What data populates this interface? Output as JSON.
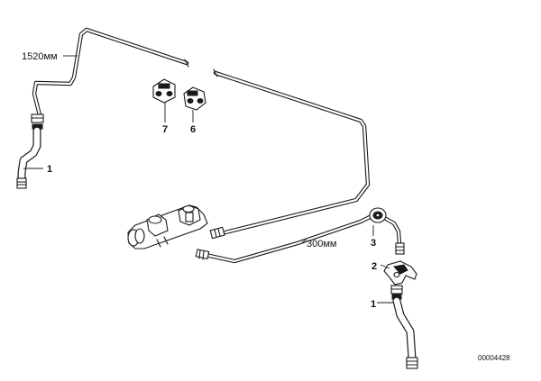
{
  "labels": {
    "length_upper": "1520мм",
    "length_lower": "300мм",
    "part_1_top": "1",
    "part_1_bottom": "1",
    "part_2": "2",
    "part_3": "3",
    "part_6": "6",
    "part_7": "7",
    "diagram_number": "00004428"
  },
  "parts": [
    {
      "id": "1",
      "name": "brake-hose"
    },
    {
      "id": "2",
      "name": "hose-bracket"
    },
    {
      "id": "3",
      "name": "grommet"
    },
    {
      "id": "6",
      "name": "brake-line-clip"
    },
    {
      "id": "7",
      "name": "brake-line-clip"
    }
  ]
}
